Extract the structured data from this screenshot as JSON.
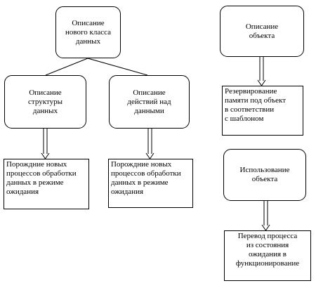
{
  "nodes": {
    "new_class_description": "Описание\nнового класса\nданных",
    "data_structure_description": "Описание\nструктуры\nданных",
    "data_actions_description": "Описание\nдействий над\nданными",
    "left_processes": "Порождние новых\nпроцессов обработки\nданных в режиме\nожидания",
    "middle_processes": "Порождние новых\nпроцессов обработки\nданных в режиме\nожидания",
    "object_description": "Описание\nобъекта",
    "memory_reservation": "Резервирование\nпамяти под объект\nв соответствии\nс шаблоном",
    "object_usage": "Использование\nобъекта",
    "process_transition": "Перевод процесса\nиз состояния\nожидания в\nфункционирование"
  },
  "colors": {
    "line": "#000000",
    "box_border": "#000000",
    "background": "#ffffff"
  }
}
